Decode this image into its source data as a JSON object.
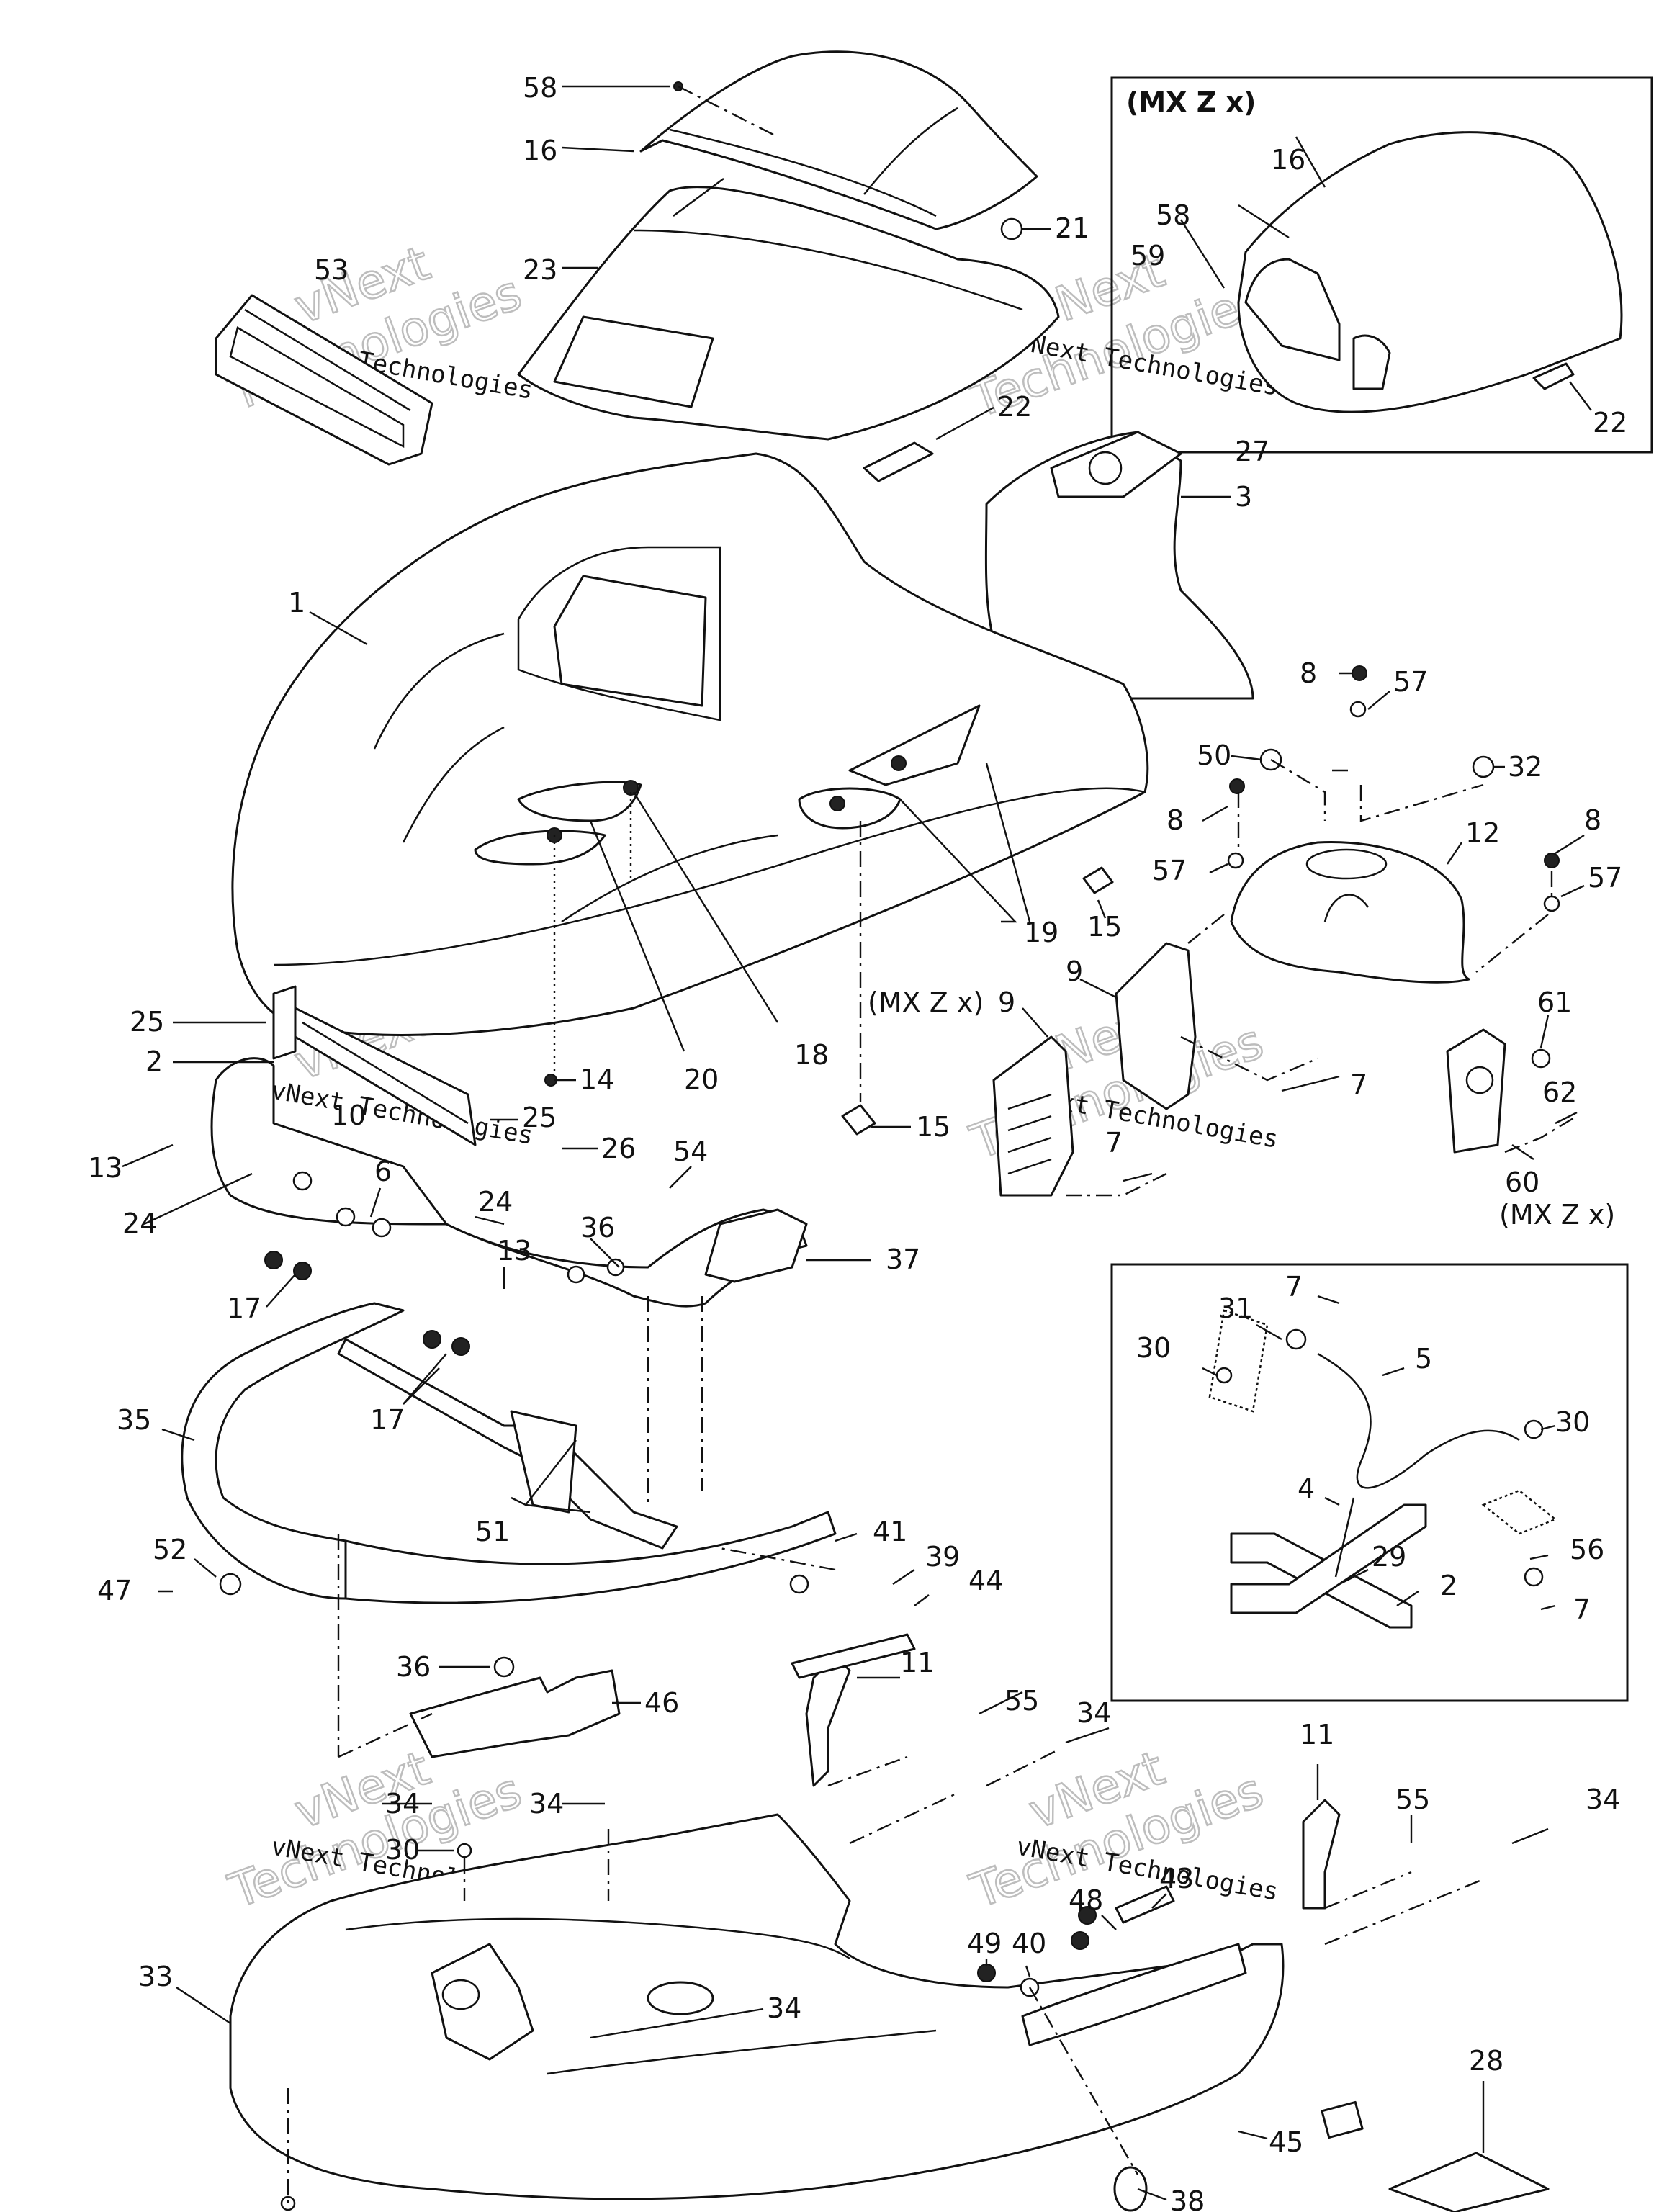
{
  "callouts": [
    {
      "id": "58a",
      "text": "58"
    },
    {
      "id": "16a",
      "text": "16"
    },
    {
      "id": "21",
      "text": "21"
    },
    {
      "id": "53",
      "text": "53"
    },
    {
      "id": "23",
      "text": "23"
    },
    {
      "id": "22a",
      "text": "22"
    },
    {
      "id": "27",
      "text": "27"
    },
    {
      "id": "3",
      "text": "3"
    },
    {
      "id": "1",
      "text": "1"
    },
    {
      "id": "8a",
      "text": "8"
    },
    {
      "id": "57a",
      "text": "57"
    },
    {
      "id": "50",
      "text": "50"
    },
    {
      "id": "32",
      "text": "32"
    },
    {
      "id": "8b",
      "text": "8"
    },
    {
      "id": "12",
      "text": "12"
    },
    {
      "id": "8c",
      "text": "8"
    },
    {
      "id": "57b",
      "text": "57"
    },
    {
      "id": "57c",
      "text": "57"
    },
    {
      "id": "15a",
      "text": "15"
    },
    {
      "id": "19",
      "text": "19"
    },
    {
      "id": "9a",
      "text": "9"
    },
    {
      "id": "9b",
      "text": "9"
    },
    {
      "id": "61",
      "text": "61"
    },
    {
      "id": "25a",
      "text": "25"
    },
    {
      "id": "2a",
      "text": "2"
    },
    {
      "id": "14",
      "text": "14"
    },
    {
      "id": "20",
      "text": "20"
    },
    {
      "id": "18",
      "text": "18"
    },
    {
      "id": "10",
      "text": "10"
    },
    {
      "id": "25b",
      "text": "25"
    },
    {
      "id": "26",
      "text": "26"
    },
    {
      "id": "15b",
      "text": "15"
    },
    {
      "id": "7a",
      "text": "7"
    },
    {
      "id": "62",
      "text": "62"
    },
    {
      "id": "13a",
      "text": "13"
    },
    {
      "id": "6",
      "text": "6"
    },
    {
      "id": "54",
      "text": "54"
    },
    {
      "id": "24a",
      "text": "24"
    },
    {
      "id": "24b",
      "text": "24"
    },
    {
      "id": "7b",
      "text": "7"
    },
    {
      "id": "60",
      "text": "60"
    },
    {
      "id": "36a",
      "text": "36"
    },
    {
      "id": "13b",
      "text": "13"
    },
    {
      "id": "37",
      "text": "37"
    },
    {
      "id": "17a",
      "text": "17"
    },
    {
      "id": "7c",
      "text": "7"
    },
    {
      "id": "31",
      "text": "31"
    },
    {
      "id": "30a",
      "text": "30"
    },
    {
      "id": "5",
      "text": "5"
    },
    {
      "id": "35",
      "text": "35"
    },
    {
      "id": "17b",
      "text": "17"
    },
    {
      "id": "30b",
      "text": "30"
    },
    {
      "id": "4",
      "text": "4"
    },
    {
      "id": "51",
      "text": "51"
    },
    {
      "id": "41",
      "text": "41"
    },
    {
      "id": "56",
      "text": "56"
    },
    {
      "id": "29",
      "text": "29"
    },
    {
      "id": "52",
      "text": "52"
    },
    {
      "id": "39",
      "text": "39"
    },
    {
      "id": "2b",
      "text": "2"
    },
    {
      "id": "47",
      "text": "47"
    },
    {
      "id": "44",
      "text": "44"
    },
    {
      "id": "7d",
      "text": "7"
    },
    {
      "id": "36b",
      "text": "36"
    },
    {
      "id": "46",
      "text": "46"
    },
    {
      "id": "11a",
      "text": "11"
    },
    {
      "id": "55a",
      "text": "55"
    },
    {
      "id": "34a",
      "text": "34"
    },
    {
      "id": "11b",
      "text": "11"
    },
    {
      "id": "34b",
      "text": "34"
    },
    {
      "id": "34c",
      "text": "34"
    },
    {
      "id": "55b",
      "text": "55"
    },
    {
      "id": "34d",
      "text": "34"
    },
    {
      "id": "30c",
      "text": "30"
    },
    {
      "id": "48",
      "text": "48"
    },
    {
      "id": "43",
      "text": "43"
    },
    {
      "id": "33",
      "text": "33"
    },
    {
      "id": "49",
      "text": "49"
    },
    {
      "id": "40",
      "text": "40"
    },
    {
      "id": "34e",
      "text": "34"
    },
    {
      "id": "28",
      "text": "28"
    },
    {
      "id": "45",
      "text": "45"
    },
    {
      "id": "38",
      "text": "38"
    },
    {
      "id": "16b",
      "text": "16"
    },
    {
      "id": "58b",
      "text": "58"
    },
    {
      "id": "59",
      "text": "59"
    },
    {
      "id": "22b",
      "text": "22"
    }
  ],
  "notes": {
    "inset_title": "(MX Z x)",
    "mxzx_9": "(MX Z x)",
    "mxzx_60": "(MX Z x)"
  },
  "watermark": {
    "line1": "vNext Technologies",
    "line2": "vNext",
    "line3": "Technologies"
  }
}
